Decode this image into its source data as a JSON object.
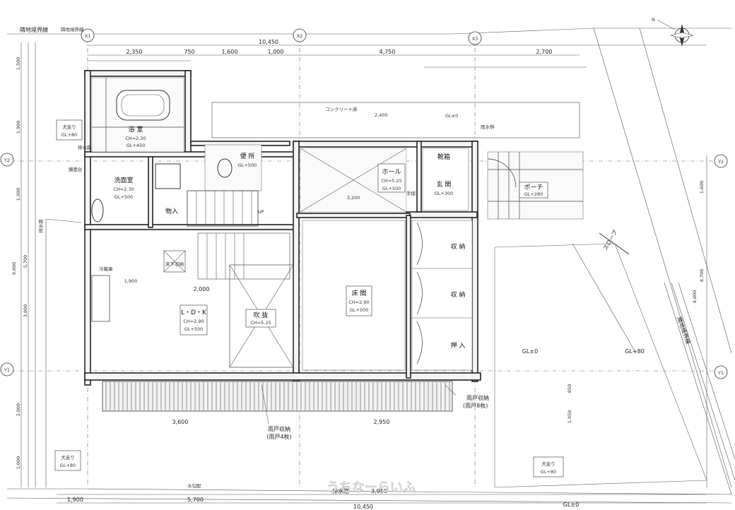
{
  "boundary": {
    "top": "隣地境界線",
    "bottom": "水勾配",
    "drain_bottom": "排水路",
    "drain_left": "排水路",
    "road_east": "隣地境界線",
    "slope": "スロープ"
  },
  "grid": {
    "x1": "X1",
    "x2": "X2",
    "x3": "X3",
    "y1": "Y1",
    "y2": "Y2"
  },
  "dims_top": [
    "2,350",
    "750",
    "1,600",
    "1,000",
    "4,750",
    "2,700"
  ],
  "dims_total": "10,450",
  "dims_bottom": [
    "1,900",
    "5,700",
    "3,950",
    "10,450"
  ],
  "dims_mid": [
    "3,600",
    "3,200",
    "2,400",
    "2,950",
    "1,900",
    "2,000"
  ],
  "dims_left": [
    "1,500",
    "1,900",
    "1,900",
    "5,700",
    "9,600",
    "3,800",
    "2,000",
    "1,000"
  ],
  "dims_right": [
    "1,600",
    "8,700",
    "4,800",
    "850",
    "1,950"
  ],
  "compass": "N",
  "rooms": {
    "bath": {
      "name": "浴 室",
      "ch": "CH=2.30",
      "gl": "GL+450"
    },
    "toilet": {
      "name": "便 所",
      "gl": "GL+500"
    },
    "washroom": {
      "name": "洗面室",
      "ch": "CH=2.30",
      "gl": "GL+500"
    },
    "storage": {
      "name": "物入"
    },
    "hall": {
      "name": "ホール",
      "ch": "CH=5.25",
      "gl": "GL+500"
    },
    "entrance": {
      "name": "玄 関",
      "gl": "GL+300"
    },
    "porch": {
      "name": "ポーチ",
      "gl": "GL+280"
    },
    "shoebox": {
      "name": "靴箱"
    },
    "handrail": {
      "name": "手摺"
    },
    "ldk": {
      "name": "L・D・K",
      "ch": "CH=2.90",
      "gl": "GL+500"
    },
    "void": {
      "name": "吹 抜",
      "ch": "CH=5.25"
    },
    "japanese": {
      "name": "床 間",
      "ch": "CH=2.90",
      "gl": "GL+500"
    },
    "closet1": {
      "name": "収 納"
    },
    "closet2": {
      "name": "収 納"
    },
    "closet3": {
      "name": "押 入"
    },
    "dogrun_top": {
      "name": "犬走り",
      "gl": "GL+80"
    },
    "dogrun_left": {
      "name": "犬走り",
      "gl": "GL+80"
    },
    "dogrun_right": {
      "name": "犬走り",
      "gl": "GL+80"
    }
  },
  "notes": {
    "rain1": "雨戸収納",
    "rain1b": "(雨戸4枚)",
    "rain2": "雨戸収納",
    "rain2b": "(雨戸8枚)",
    "under_floor": "床下収納",
    "up": "UP",
    "concrete": "コンクリート床",
    "gl0a": "GL±0",
    "gl0b": "GL±0",
    "gl0c": "GL±0",
    "gl80": "GL+80",
    "drain_note": "雨水桝",
    "sill": "排水路",
    "kitchen": "冷蔵庫",
    "mirror": "鏡面台"
  },
  "watermark": "うちなーらいふ"
}
